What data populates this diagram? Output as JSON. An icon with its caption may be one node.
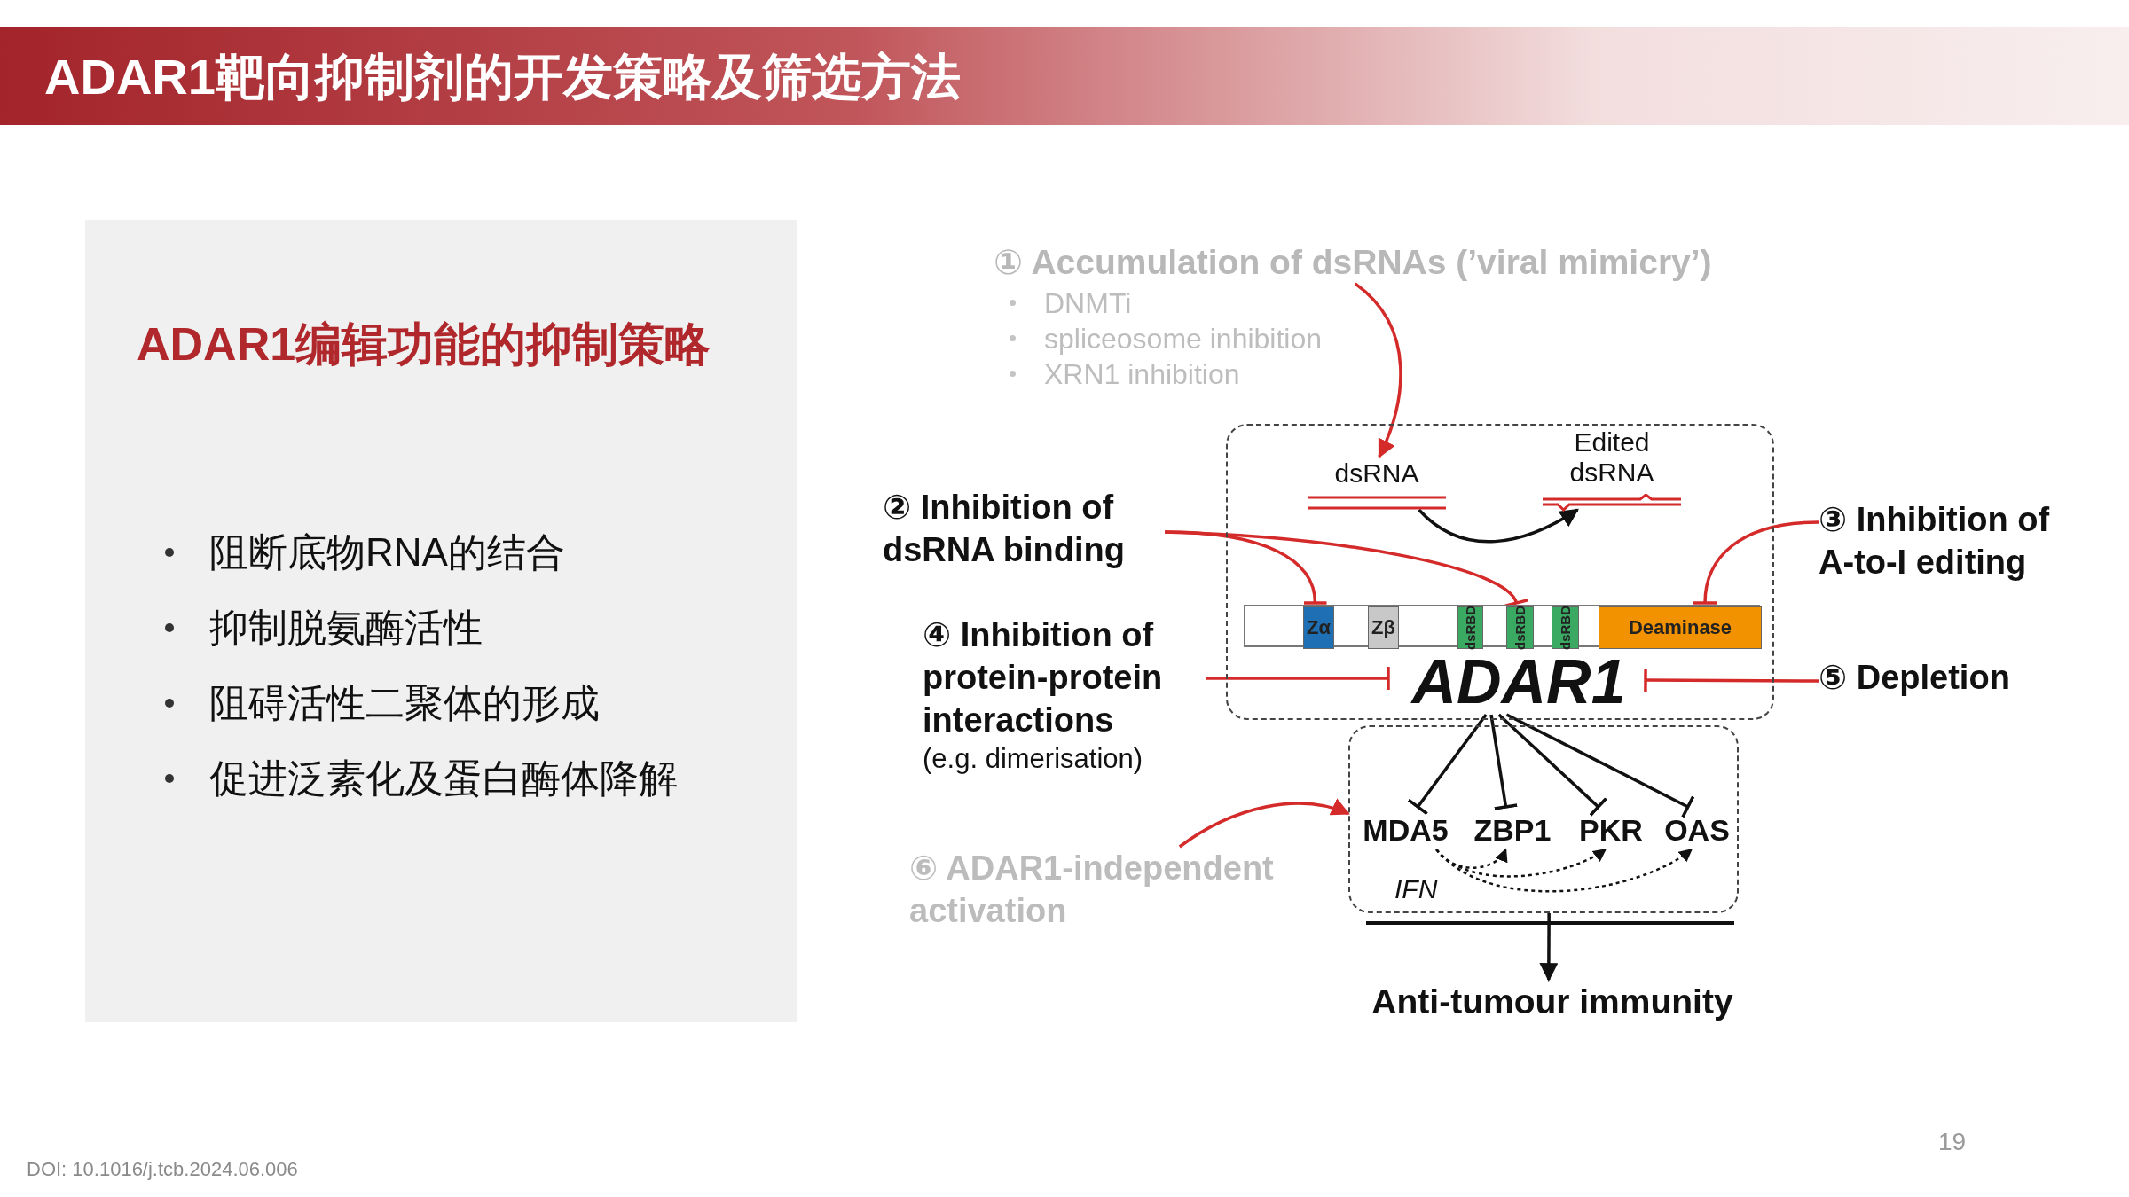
{
  "diagram": {
    "title": "ADAR1靶向抑制剂的开发策略及筛选方法",
    "nodes": [
      {
        "text": [
          "ADAR1编辑功能的抑制策略",
          "阻断底物RNA的结合",
          "抑制脱氨酶活性",
          "阻碍活性二聚体的形成",
          "促进泛素化及蛋白酶体降解"
        ]
      },
      {
        "text": [
          "① Accumulation of dsRNAs (’viral mimicry’)",
          "DNMTi",
          "spliceosome inhibition",
          "XRN1 inhibition"
        ]
      },
      {
        "text": [],
        "shape": "box"
      },
      {
        "text": [
          "dsRNA"
        ],
        "in": 2
      },
      {
        "text": [
          "Edited dsRNA"
        ],
        "in": 2
      },
      {
        "text": [],
        "shape": "bar",
        "in": 2
      },
      {
        "text": [
          "Zα"
        ],
        "in": 5
      },
      {
        "text": [
          "Zβ"
        ],
        "in": 5
      },
      {
        "text": [
          "dsRBD"
        ],
        "in": 5
      },
      {
        "text": [
          "dsRBD"
        ],
        "in": 5
      },
      {
        "text": [
          "dsRBD"
        ],
        "in": 5
      },
      {
        "text": [
          "Deaminase"
        ],
        "in": 5
      },
      {
        "text": [
          "ADAR1"
        ],
        "in": 2
      },
      {
        "text": [
          "② Inhibition of dsRNA binding"
        ]
      },
      {
        "text": [
          "③ Inhibition of A-to-I editing"
        ]
      },
      {
        "text": [
          "④ Inhibition of protein-protein interactions",
          "(e.g. dimerisation)"
        ]
      },
      {
        "text": [
          "⑤ Depletion"
        ]
      },
      {
        "text": [
          "⑥ ADAR1-independent activation"
        ]
      },
      {
        "text": [],
        "shape": "box"
      },
      {
        "text": [
          "MDA5"
        ],
        "in": 18
      },
      {
        "text": [
          "ZBP1"
        ],
        "in": 18
      },
      {
        "text": [
          "PKR"
        ],
        "in": 18
      },
      {
        "text": [
          "OAS"
        ],
        "in": 18
      },
      {
        "text": [
          "Anti-tumour immunity"
        ]
      }
    ],
    "edges": [
      {
        "from": 1,
        "to": 3,
        "arrow": "to",
        "color": "#d42a2a"
      },
      {
        "from": 3,
        "to": 4,
        "arrow": "to"
      },
      {
        "from": 13,
        "to": 6,
        "arrow": "other",
        "color": "#d42a2a"
      },
      {
        "from": 13,
        "to": 9,
        "arrow": "other",
        "color": "#d42a2a"
      },
      {
        "from": 14,
        "to": 11,
        "arrow": "other",
        "color": "#d42a2a"
      },
      {
        "from": 15,
        "to": 12,
        "arrow": "other",
        "color": "#d42a2a"
      },
      {
        "from": 16,
        "to": 12,
        "arrow": "other",
        "color": "#d42a2a"
      },
      {
        "from": 12,
        "to": 19,
        "arrow": "other"
      },
      {
        "from": 12,
        "to": 20,
        "arrow": "other"
      },
      {
        "from": 12,
        "to": 21,
        "arrow": "other"
      },
      {
        "from": 12,
        "to": 22,
        "arrow": "other"
      },
      {
        "from": 17,
        "to": 18,
        "arrow": "to",
        "color": "#d42a2a"
      },
      {
        "from": 19,
        "to": 20,
        "arrow": "to",
        "style": "dashed"
      },
      {
        "from": 19,
        "to": 21,
        "arrow": "to",
        "style": "dashed"
      },
      {
        "from": 19,
        "to": 22,
        "arrow": "to",
        "style": "dashed"
      },
      {
        "from": 18,
        "to": 23,
        "arrow": "to"
      }
    ],
    "labels": [
      "IFN",
      "DOI: 10.1016/j.tcb.2024.06.006",
      "19"
    ]
  }
}
